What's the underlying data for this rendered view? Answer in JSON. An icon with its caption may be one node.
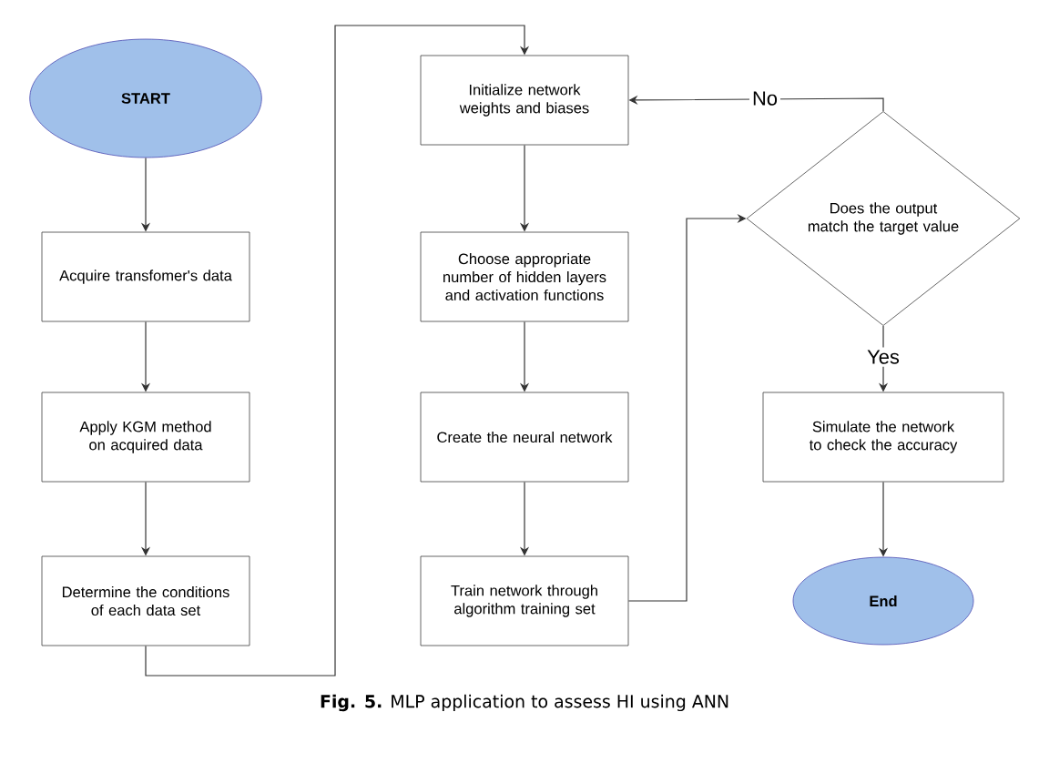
{
  "diagram": {
    "caption": "**Fig. 5.** MLP application to assess HI using ANN",
    "nodes": [
      {
        "text": [
          "START"
        ]
      },
      {
        "text": [
          "Acquire transfomer's data"
        ]
      },
      {
        "text": [
          "Apply KGM method on acquired data"
        ]
      },
      {
        "text": [
          "Determine the conditions of each data set"
        ]
      },
      {
        "text": [
          "Initialize network weights and biases"
        ]
      },
      {
        "text": [
          "Choose appropriate number of hidden layers and activation functions"
        ]
      },
      {
        "text": [
          "Create the neural network"
        ]
      },
      {
        "text": [
          "Train network through algorithm training set"
        ]
      },
      {
        "text": [
          "Does the output match the target value"
        ]
      },
      {
        "text": [
          "Simulate the network to check the accuracy"
        ]
      },
      {
        "text": [
          "End"
        ]
      }
    ],
    "edges": [
      {
        "from": 0,
        "to": 1,
        "arrow": "to"
      },
      {
        "from": 1,
        "to": 2,
        "arrow": "to"
      },
      {
        "from": 2,
        "to": 3,
        "arrow": "to"
      },
      {
        "from": 3,
        "to": 4,
        "arrow": "to"
      },
      {
        "from": 4,
        "to": 5,
        "arrow": "to"
      },
      {
        "from": 5,
        "to": 6,
        "arrow": "to"
      },
      {
        "from": 6,
        "to": 7,
        "arrow": "to"
      },
      {
        "from": 7,
        "to": 8,
        "arrow": "to"
      },
      {
        "from": 8,
        "to": 4,
        "arrow": "to",
        "label": "No"
      },
      {
        "from": 8,
        "to": 9,
        "arrow": "to",
        "label": "Yes"
      },
      {
        "from": 9,
        "to": 10,
        "arrow": "to"
      }
    ]
  }
}
